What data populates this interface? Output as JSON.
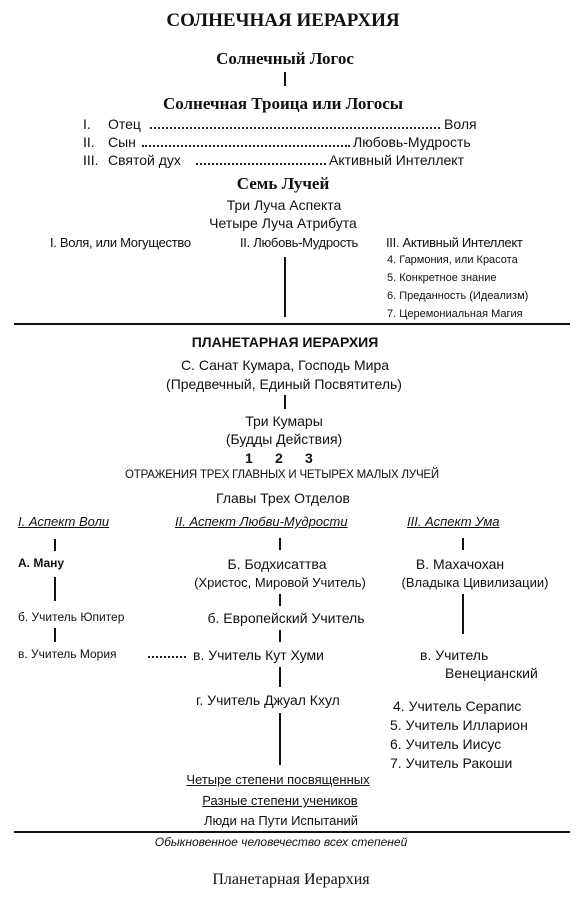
{
  "solar": {
    "title": "СОЛНЕЧНАЯ ИЕРАРХИЯ",
    "logos": "Солнечный Логос",
    "trinity_title": "Солнечная Троица или Логосы",
    "trinity": [
      {
        "num": "I.",
        "name": "Отец",
        "attr": "Воля"
      },
      {
        "num": "II.",
        "name": "Сын",
        "attr": "Любовь-Мудрость"
      },
      {
        "num": "III.",
        "name": "Святой дух",
        "attr": "Активный Интеллект"
      }
    ],
    "rays_title": "Семь Лучей",
    "rays_aspect": "Три Луча Аспекта",
    "rays_attribute": "Четыре Луча Атрибута",
    "ray1": "I. Воля, или Могущество",
    "ray2": "II. Любовь-Мудрость",
    "ray3": "III. Активный Интеллект",
    "rays_minor": [
      "4. Гармония, или Красота",
      "5. Конкретное знание",
      "6. Преданность (Идеализм)",
      "7. Церемониальная Магия"
    ]
  },
  "planetary": {
    "title": "ПЛАНЕТАРНАЯ ИЕРАРХИЯ",
    "sanat": "С. Санат Кумара, Господь Мира",
    "sanat_sub": "(Предвечный, Единый Посвятитель)",
    "kumaras": "Три Кумары",
    "kumaras_sub": "(Будды Действия)",
    "kumara_nums": [
      "1",
      "2",
      "3"
    ],
    "reflections": "ОТРАЖЕНИЯ ТРЕХ ГЛАВНЫХ И ЧЕТЫРЕХ МАЛЫХ ЛУЧЕЙ",
    "heads": "Главы Трех Отделов",
    "col1": {
      "aspect": "I. Аспект Воли",
      "a": "А. Ману",
      "b": "б. Учитель Юпитер",
      "c": "в. Учитель Мория"
    },
    "col2": {
      "aspect": "II. Аспект Любви-Мудрости",
      "a": "Б. Бодхисаттва",
      "a_sub": "(Христос, Мировой Учитель)",
      "b": "б. Европейский Учитель",
      "c": "в. Учитель Кут  Хуми",
      "d": "г. Учитель Джуал Кхул"
    },
    "col3": {
      "aspect": "III. Аспект Ума",
      "a": "В. Махачохан",
      "a_sub": "(Владыка Цивилизации)",
      "b1": "в. Учитель",
      "b2": "Венецианский",
      "list": [
        "4. Учитель Серапис",
        "5. Учитель Илларион",
        "6. Учитель Иисус",
        "7. Учитель Ракоши"
      ]
    },
    "degrees": "Четыре степени посвященных",
    "disciples": "Разные степени учеников",
    "path": "Люди на Пути Испытаний",
    "humanity": "Обыкновенное человечество всех степеней"
  },
  "caption": "Планетарная Иерархия"
}
